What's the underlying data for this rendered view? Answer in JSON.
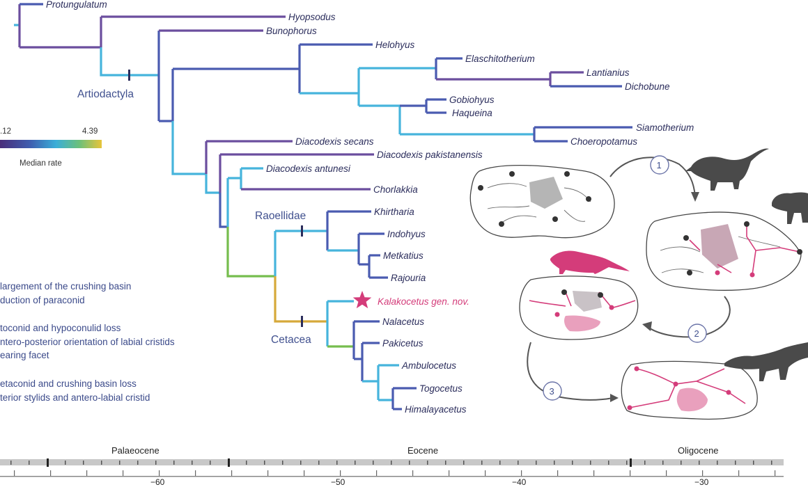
{
  "taxa": {
    "protungulatum": "Protungulatum",
    "hyopsodus": "Hyopsodus",
    "bunophorus": "Bunophorus",
    "helohyus": "Helohyus",
    "elaschitotherium": "Elaschitotherium",
    "lantianius": "Lantianius",
    "dichobune": "Dichobune",
    "gobiohyus": "Gobiohyus",
    "haqueina": "Haqueina",
    "siamotherium": "Siamotherium",
    "choeropotamus": "Choeropotamus",
    "diacodexis_secans": "Diacodexis secans",
    "diacodexis_pakistanensis": "Diacodexis pakistanensis",
    "diacodexis_antunesi": "Diacodexis antunesi",
    "chorlakkia": "Chorlakkia",
    "khirtharia": "Khirtharia",
    "indohyus": "Indohyus",
    "metkatius": "Metkatius",
    "rajouria": "Rajouria",
    "kalakocetus": "Kalakocetus gen. nov.",
    "nalacetus": "Nalacetus",
    "pakicetus": "Pakicetus",
    "ambulocetus": "Ambulocetus",
    "togocetus": "Togocetus",
    "himalayacetus": "Himalayacetus"
  },
  "clades": {
    "artiodactyla": "Artiodactyla",
    "raoellidae": "Raoellidae",
    "cetacea": "Cetacea"
  },
  "legend": {
    "min_label": ".12",
    "max_label": "4.39",
    "title": "Median rate",
    "gradient_colors": [
      "#4a2d7a",
      "#3f5fb0",
      "#3aaed8",
      "#6cc07a",
      "#e8c43a"
    ]
  },
  "notes": [
    "largement of the crushing basin",
    "duction of paraconid",
    "toconid and hypoconulid loss",
    "ntero-posterior orientation of labial cristids",
    "earing facet",
    "etaconid and crushing basin loss",
    "terior stylids and antero-labial cristid"
  ],
  "steps": [
    "1",
    "2",
    "3"
  ],
  "timescale": {
    "epochs": [
      "Palaeocene",
      "Eocene",
      "Oligocene"
    ],
    "ticks": [
      "−60",
      "−50",
      "−40",
      "−30"
    ]
  },
  "colors": {
    "purple": "#6b4e9e",
    "indigo": "#4a5bb0",
    "cyan": "#46b4dc",
    "green": "#76bd4e",
    "gold": "#d6a93a",
    "pink": "#d43c7a"
  }
}
